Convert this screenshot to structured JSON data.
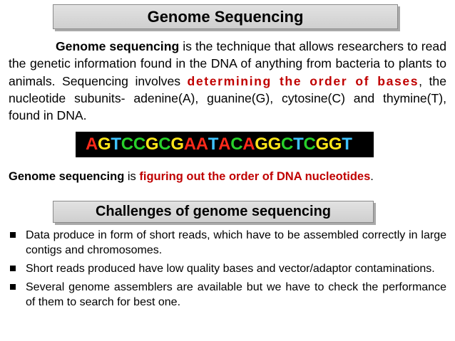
{
  "title": "Genome Sequencing",
  "intro": {
    "lead_bold": "Genome sequencing",
    "text1": " is the technique that allows researchers to read the genetic information found in the DNA of anything from bacteria to plants to animals. Sequencing involves ",
    "highlight": "determining the order of bases",
    "text2": ", the nucleotide subunits- adenine(A), guanine(G), cytosine(C) and thymine(T), found in DNA."
  },
  "dna_sequence": "AGTCCGCGAATACAGGCTCGGT",
  "base_colors": {
    "A": "#ff2a1a",
    "G": "#ffe619",
    "T": "#3fc3ff",
    "C": "#28d12a"
  },
  "summary": {
    "lead_bold": "Genome sequencing",
    "text1": " is ",
    "highlight": "figuring out the order of DNA nucleotides",
    "text2": "."
  },
  "challenges_title": "Challenges of genome sequencing",
  "challenges": [
    "Data produce in form of short reads, which have to be assembled correctly in large contigs and chromosomes.",
    "Short reads produced have low quality bases and vector/adaptor contaminations.",
    "Several genome assemblers are available but we have to check the performance of them to search for best one."
  ]
}
